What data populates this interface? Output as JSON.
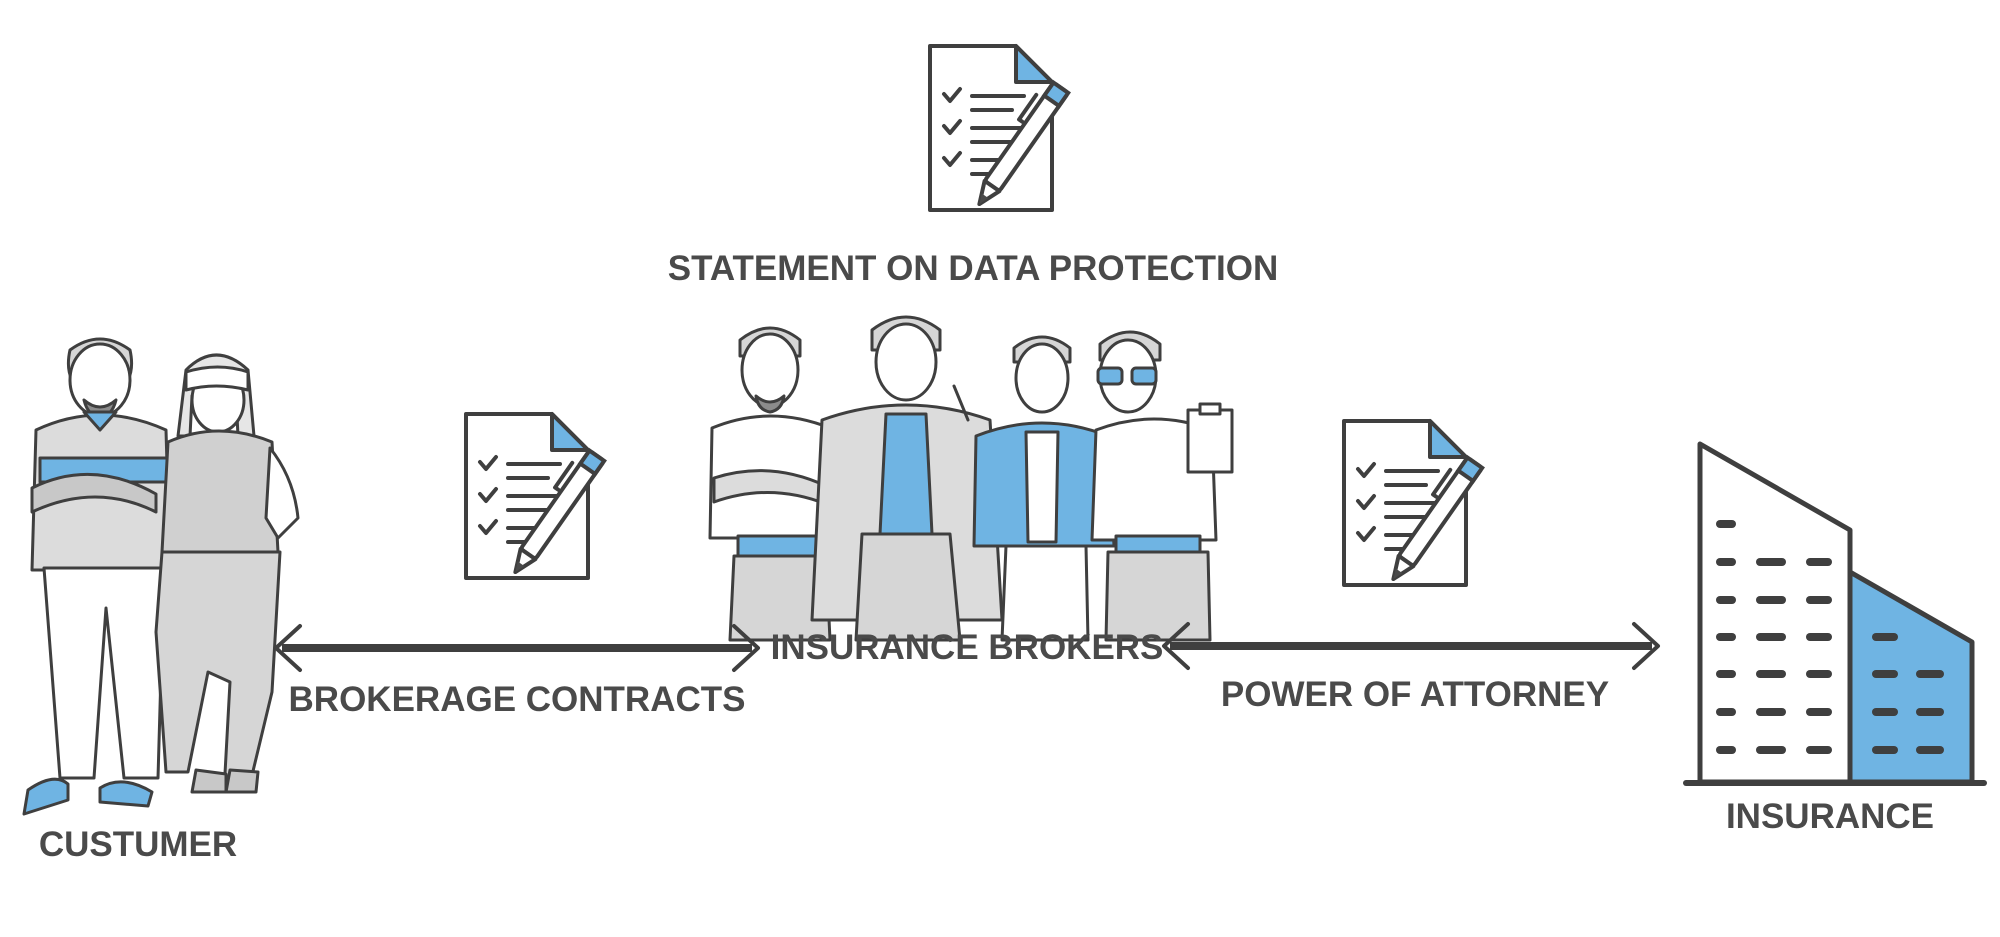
{
  "labels": {
    "statement": "STATEMENT ON DATA PROTECTION",
    "customer": "CUSTUMER",
    "brokerage": "BROKERAGE CONTRACTS",
    "brokers": "INSURANCE BROKERS",
    "power": "POWER OF ATTORNEY",
    "insurance": "INSURANCE"
  },
  "colors": {
    "accent": "#6fb4e3",
    "ink": "#3f3f3f",
    "text": "#4a4a4a",
    "fill_grey": "#dcdcdc"
  },
  "icons": [
    "document-pen-icon",
    "document-pen-icon",
    "document-pen-icon",
    "couple-illustration",
    "brokers-group-illustration",
    "insurance-building-icon",
    "double-arrow-icon",
    "double-arrow-icon"
  ]
}
